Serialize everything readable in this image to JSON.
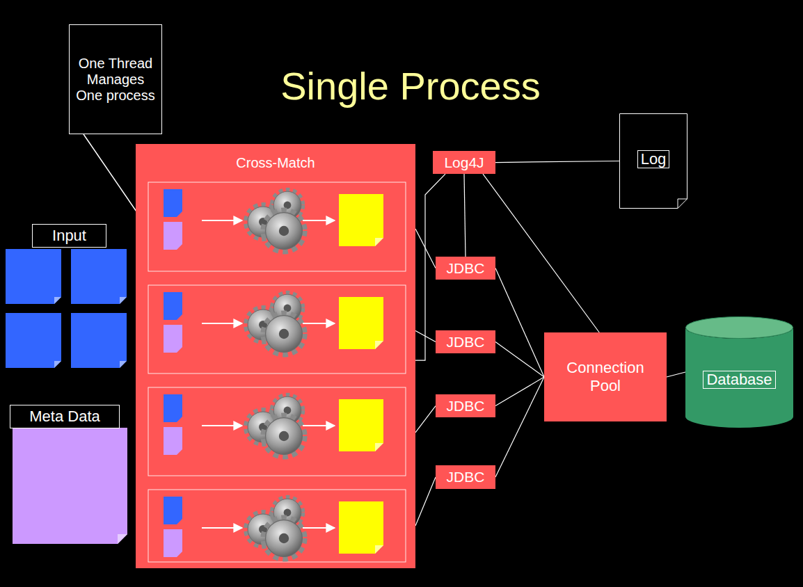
{
  "diagram": {
    "title": "Single Process",
    "nodes": [
      {
        "text": [
          "One Thread Manages One process"
        ]
      },
      {
        "text": [
          "Input"
        ]
      },
      {
        "text": [
          "Meta Data"
        ]
      },
      {
        "text": [
          "Cross-Match"
        ]
      },
      {
        "text": [
          "Log4J"
        ]
      },
      {
        "text": [
          "JDBC"
        ]
      },
      {
        "text": [
          "JDBC"
        ]
      },
      {
        "text": [
          "JDBC"
        ]
      },
      {
        "text": [
          "JDBC"
        ]
      },
      {
        "text": [
          "Log"
        ]
      },
      {
        "text": [
          "Connection Pool"
        ]
      },
      {
        "text": [
          "Database"
        ]
      }
    ],
    "edges": [
      {
        "from": 3,
        "to": 5,
        "arrow": "none"
      },
      {
        "from": 3,
        "to": 6,
        "arrow": "none"
      },
      {
        "from": 3,
        "to": 7,
        "arrow": "none"
      },
      {
        "from": 3,
        "to": 8,
        "arrow": "none"
      },
      {
        "from": 4,
        "to": 9,
        "arrow": "none"
      },
      {
        "from": 4,
        "to": 5,
        "arrow": "none"
      },
      {
        "from": 4,
        "to": 3,
        "arrow": "none"
      },
      {
        "from": 4,
        "to": 10,
        "arrow": "none"
      },
      {
        "from": 5,
        "to": 10,
        "arrow": "none"
      },
      {
        "from": 6,
        "to": 10,
        "arrow": "none"
      },
      {
        "from": 7,
        "to": 10,
        "arrow": "none"
      },
      {
        "from": 8,
        "to": 10,
        "arrow": "none"
      },
      {
        "from": 10,
        "to": 11,
        "arrow": "none"
      }
    ]
  }
}
